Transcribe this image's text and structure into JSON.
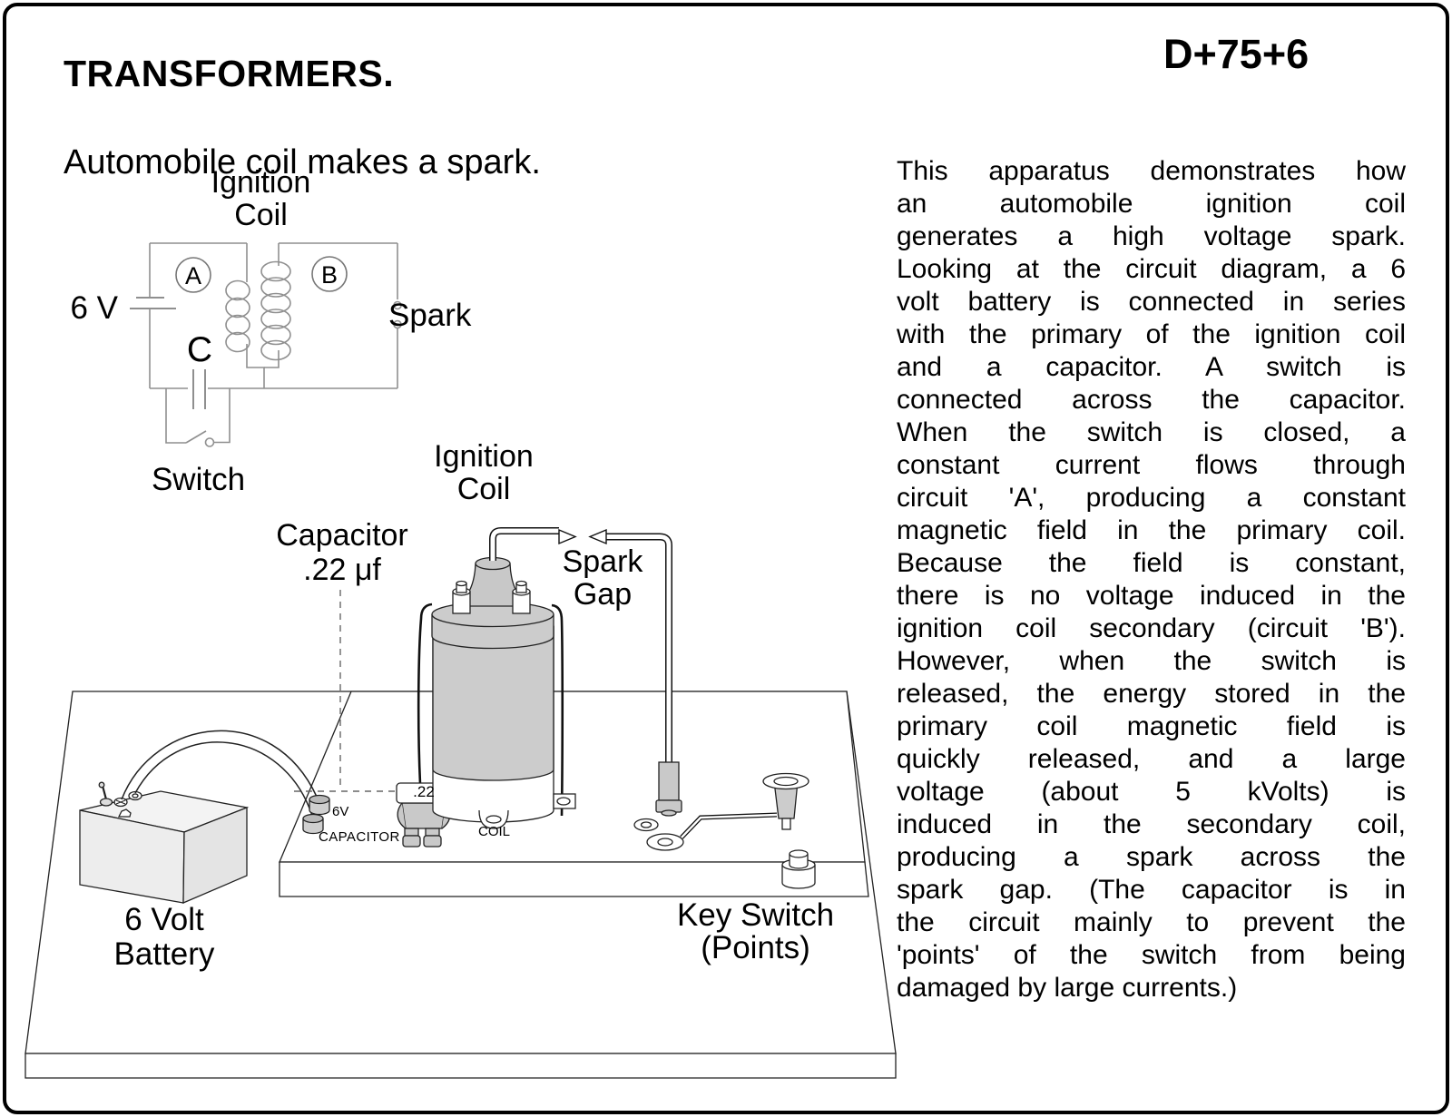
{
  "page": {
    "title": "TRANSFORMERS.",
    "subtitle": "Automobile coil makes a spark.",
    "catalog_number": "D+75+6"
  },
  "circuit_diagram": {
    "coil_label_line1": "Ignition",
    "coil_label_line2": "Coil",
    "battery_label": "6 V",
    "node_a": "A",
    "node_b": "B",
    "capacitor_label": "C",
    "spark_label": "Spark",
    "switch_label": "Switch"
  },
  "apparatus": {
    "ignition_coil_label_line1": "Ignition",
    "ignition_coil_label_line2": "Coil",
    "capacitor_label_line1": "Capacitor",
    "capacitor_label_line2": ".22 μf",
    "spark_gap_label_line1": "Spark",
    "spark_gap_label_line2": "Gap",
    "battery_label_line1": "6 Volt",
    "battery_label_line2": "Battery",
    "key_switch_label_line1": "Key Switch",
    "key_switch_label_line2": "(Points)",
    "terminal_small_label": "6V",
    "capacitor_small_label": "CAPACITOR",
    "coil_small_label": "COIL",
    "capacitor_value": ".22"
  },
  "description": {
    "lines": [
      "This apparatus demonstrates how",
      "an automobile ignition coil",
      "generates a high voltage spark.",
      "Looking at the circuit diagram, a 6",
      "volt battery is connected in series",
      "with the primary of the ignition coil",
      "and a capacitor.  A switch is",
      "connected across the capacitor.",
      "When the switch is closed, a",
      "constant current flows through",
      "circuit 'A', producing a constant",
      "magnetic field in the primary coil.",
      "Because the field is constant,",
      "there is no voltage induced in the",
      "ignition coil secondary (circuit 'B').",
      "However, when the switch is",
      "released, the energy stored in the",
      "primary coil magnetic field is",
      "quickly released, and a large",
      "voltage (about 5 kVolts) is",
      "induced in the secondary coil,",
      "producing a spark across the",
      "spark gap.  (The capacitor is in",
      "the circuit mainly to prevent the",
      "'points' of the switch from being",
      "damaged by large currents.)"
    ]
  },
  "colors": {
    "ink": "#000000",
    "wire_gray": "#8f8f8f",
    "fill_gray": "#cccccc",
    "battery_fill": "#efefef"
  }
}
